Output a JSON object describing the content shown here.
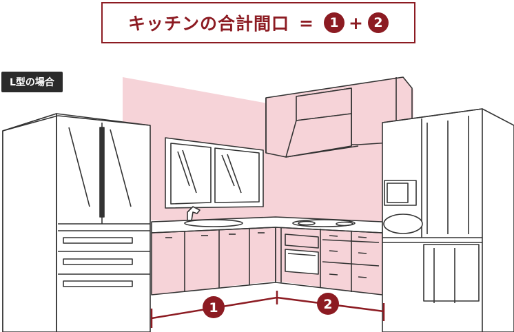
{
  "title": {
    "text": "キッチンの合計間口",
    "equals": "=",
    "plus": "+",
    "marker_1": "1",
    "marker_2": "2"
  },
  "layout_tag": "L型の場合",
  "dimension_markers": {
    "one": "1",
    "two": "2"
  },
  "colors": {
    "accent": "#8c1b22",
    "highlight_pink": "#f6d3d8",
    "line": "#333333",
    "tag_bg": "#2b2b2b"
  }
}
